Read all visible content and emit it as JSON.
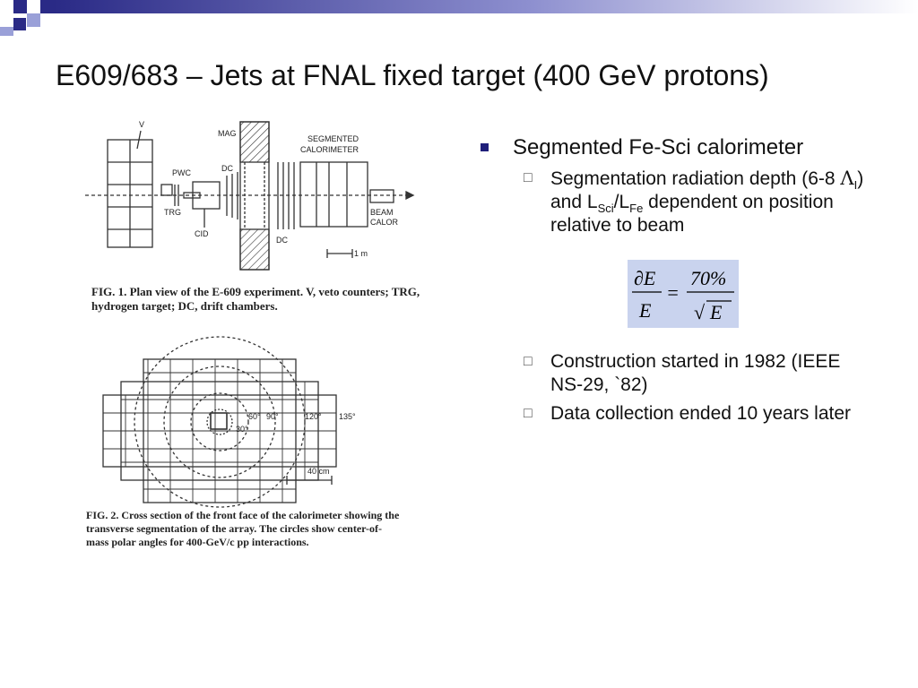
{
  "slide": {
    "title": "E609/683 – Jets at FNAL fixed target (400 GeV protons)"
  },
  "figure1": {
    "labels": {
      "veto": "V",
      "mag": "MAG",
      "segmented": "SEGMENTED",
      "calorimeter": "CALORIMETER",
      "pwc": "PWC",
      "dc_left": "DC",
      "trg": "TRG",
      "cid": "CID",
      "dc_right": "DC",
      "beam": "BEAM",
      "calor": "CALOR",
      "scale": "1 m"
    },
    "caption": "FIG. 1.  Plan view of the E-609 experiment.  V, veto counters; TRG, hydrogen target; DC, drift chambers."
  },
  "figure2": {
    "angles": [
      "60°",
      "90°",
      "120°",
      "135°",
      "30°"
    ],
    "scale": "40 cm",
    "caption": "FIG. 2.  Cross section of the front face of the calorimeter showing the transverse segmentation of the array. The circles show center-of-mass polar angles for 400-GeV/c pp interactions."
  },
  "bullets": {
    "main": "Segmented Fe-Sci calorimeter",
    "sub1": {
      "a": "Segmentation radiation depth (6-8 ",
      "lambda": "Λ",
      "lambda_sub": "I",
      "b": ") and L",
      "sci": "Sci",
      "slash": "/L",
      "fe": "Fe",
      "c": " dependent on position relative to beam"
    },
    "sub2": "Construction started in 1982 (IEEE NS-29, `82)",
    "sub3": "Data collection ended 10 years later"
  },
  "formula": {
    "lhs_num": "∂E",
    "lhs_den": "E",
    "equals": "=",
    "rhs_num": "70%",
    "rhs_den": "E",
    "sqrt": "√"
  },
  "colors": {
    "accent_dark": "#1f1f7a",
    "accent_light": "#9aa0d8",
    "formula_bg": "#c9d3ee"
  }
}
